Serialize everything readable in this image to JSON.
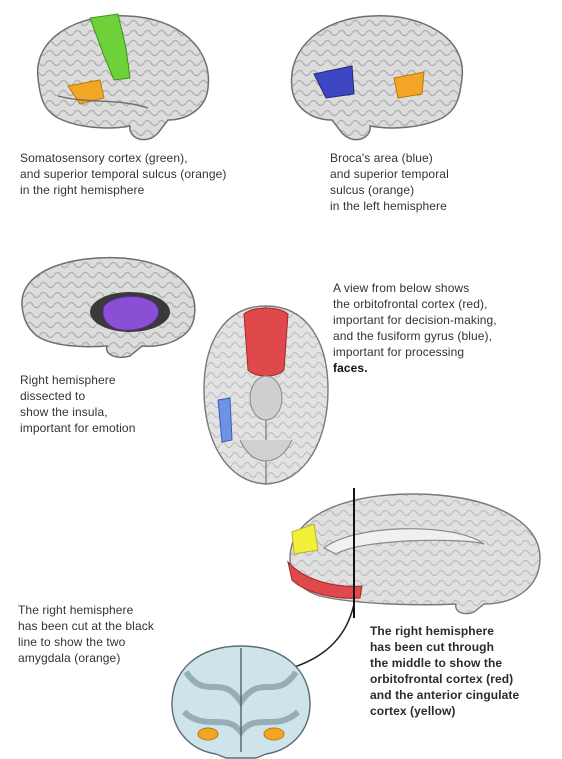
{
  "captions": {
    "top_left": "Somatosensory cortex (green),\nand superior temporal sulcus (orange)\nin the right hemisphere",
    "top_right": "Broca's area (blue)\nand superior temporal\nsulcus (orange)\nin the left hemisphere",
    "middle_right_intro": "A view from below shows\nthe orbitofrontal cortex (red),\nimportant for decision-making,\nand the fusiform gyrus (blue),\nimportant for processing",
    "middle_right_bold": "faces.",
    "middle_left": "Right hemisphere\ndissected to\nshow the insula,\nimportant for emotion",
    "bottom_left": "The right hemisphere\nhas been cut at the black\nline to show the two\namygdala (orange)",
    "bottom_right": "The right hemisphere\nhas been cut through\nthe middle to show the\norbitofrontal cortex (red)\nand the anterior cingulate\ncortex (yellow)"
  },
  "colors": {
    "green": "#6fd13a",
    "orange": "#f2a623",
    "blue": "#3f46c4",
    "purple": "#8b4fd6",
    "red": "#e0494c",
    "light_blue": "#6e93e6",
    "yellow": "#f3f03c",
    "brain_gray": "#d9d9d9",
    "brain_line": "#777777"
  }
}
